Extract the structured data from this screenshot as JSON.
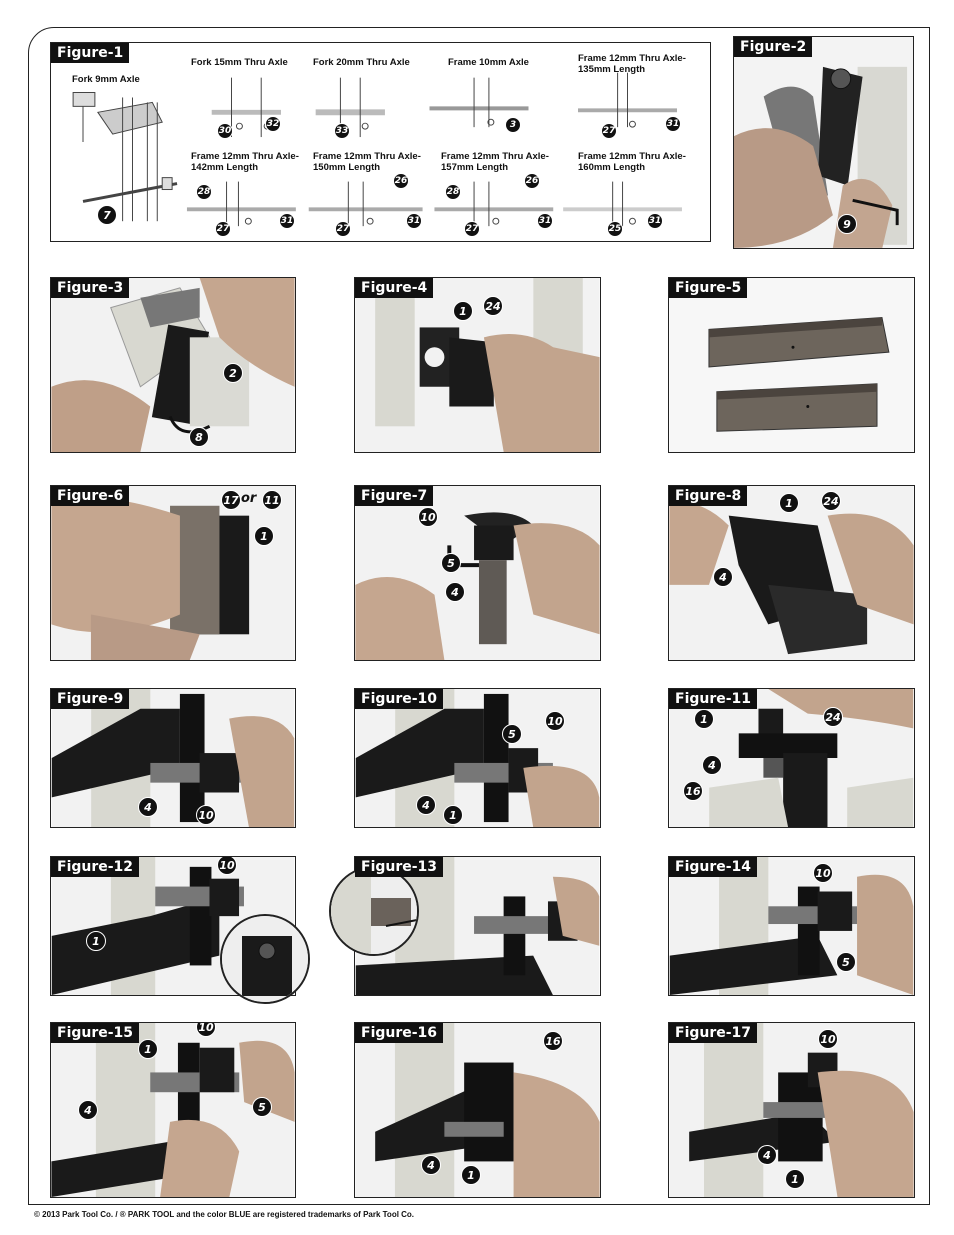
{
  "figures": {
    "f1": {
      "label": "Figure-1"
    },
    "f2": {
      "label": "Figure-2"
    },
    "f3": {
      "label": "Figure-3"
    },
    "f4": {
      "label": "Figure-4"
    },
    "f5": {
      "label": "Figure-5"
    },
    "f6": {
      "label": "Figure-6"
    },
    "f7": {
      "label": "Figure-7"
    },
    "f8": {
      "label": "Figure-8"
    },
    "f9": {
      "label": "Figure-9"
    },
    "f10": {
      "label": "Figure-10"
    },
    "f11": {
      "label": "Figure-11"
    },
    "f12": {
      "label": "Figure-12"
    },
    "f13": {
      "label": "Figure-13"
    },
    "f14": {
      "label": "Figure-14"
    },
    "f15": {
      "label": "Figure-15"
    },
    "f16": {
      "label": "Figure-16"
    },
    "f17": {
      "label": "Figure-17"
    }
  },
  "axles": {
    "fork9": "Fork 9mm Axle",
    "fork15": "Fork 15mm Thru Axle",
    "fork20": "Fork 20mm Thru Axle",
    "frame10": "Frame 10mm Axle",
    "frame12_135": "Frame 12mm Thru Axle- 135mm Length",
    "frame12_142": "Frame 12mm Thru Axle- 142mm Length",
    "frame12_150": "Frame 12mm Thru Axle- 150mm Length",
    "frame12_157": "Frame 12mm Thru Axle- 157mm Length",
    "frame12_160": "Frame 12mm Thru Axle- 160mm Length"
  },
  "callouts": {
    "f1": {
      "a": "7",
      "b": "30",
      "c": "32",
      "d": "33",
      "e": "3",
      "f": "27",
      "g": "31",
      "h": "28",
      "i": "27",
      "j": "31",
      "k": "26",
      "l": "27",
      "m": "31",
      "n": "28",
      "o": "26",
      "p": "27",
      "q": "31",
      "r": "25",
      "s": "31"
    },
    "f2": {
      "a": "9"
    },
    "f3": {
      "a": "2",
      "b": "8"
    },
    "f4": {
      "a": "1",
      "b": "24"
    },
    "f6": {
      "a": "17",
      "or": "or",
      "b": "11",
      "c": "1"
    },
    "f7": {
      "a": "10",
      "b": "5",
      "c": "4"
    },
    "f8": {
      "a": "1",
      "b": "24",
      "c": "4"
    },
    "f9": {
      "a": "4",
      "b": "10"
    },
    "f10": {
      "a": "10",
      "b": "5",
      "c": "4",
      "d": "1"
    },
    "f11": {
      "a": "1",
      "b": "24",
      "c": "4",
      "d": "16"
    },
    "f12": {
      "a": "10",
      "b": "1"
    },
    "f14": {
      "a": "10",
      "b": "5"
    },
    "f15": {
      "a": "10",
      "b": "1",
      "c": "4",
      "d": "5"
    },
    "f16": {
      "a": "16",
      "b": "4",
      "c": "1"
    },
    "f17": {
      "a": "10",
      "b": "4",
      "c": "1"
    }
  },
  "footer": "© 2013 Park Tool Co.    /    ® PARK TOOL and the color BLUE are registered trademarks of Park Tool Co."
}
